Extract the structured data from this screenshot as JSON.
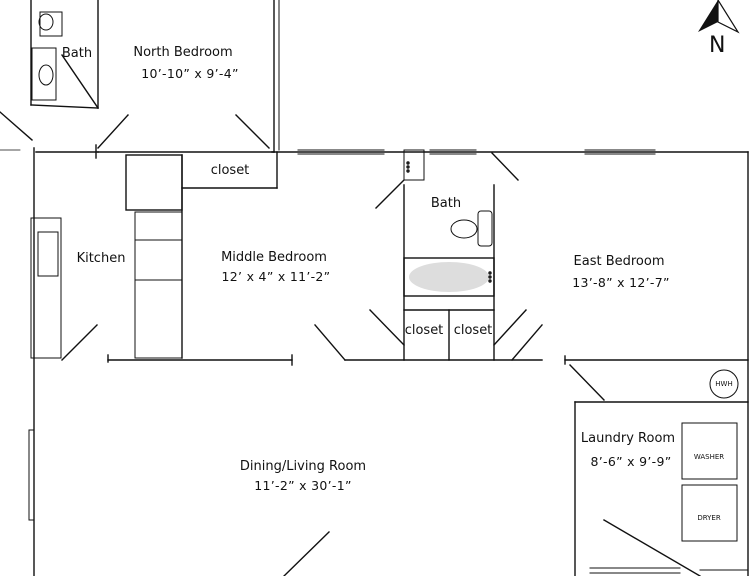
{
  "rooms": {
    "north_bedroom": {
      "name": "North Bedroom",
      "size": "10’-10” x 9’-4”"
    },
    "bath_north": {
      "name": "Bath"
    },
    "closet_top": {
      "name": "closet"
    },
    "kitchen": {
      "name": "Kitchen"
    },
    "middle_bedroom": {
      "name": "Middle Bedroom",
      "size": "12’ x 4” x 11’-2”"
    },
    "bath_center": {
      "name": "Bath"
    },
    "closet_left": {
      "name": "closet"
    },
    "closet_right": {
      "name": "closet"
    },
    "east_bedroom": {
      "name": "East Bedroom",
      "size": "13’-8” x 12’-7”"
    },
    "laundry": {
      "name": "Laundry Room",
      "size": "8’-6” x 9’-9”"
    },
    "dining_living": {
      "name": "Dining/Living Room",
      "size": "11’-2” x 30’-1”"
    }
  },
  "fixtures": {
    "water_heater": "HWH",
    "washer": "WASHER",
    "dryer": "DRYER"
  },
  "compass": {
    "north_label": "N"
  }
}
